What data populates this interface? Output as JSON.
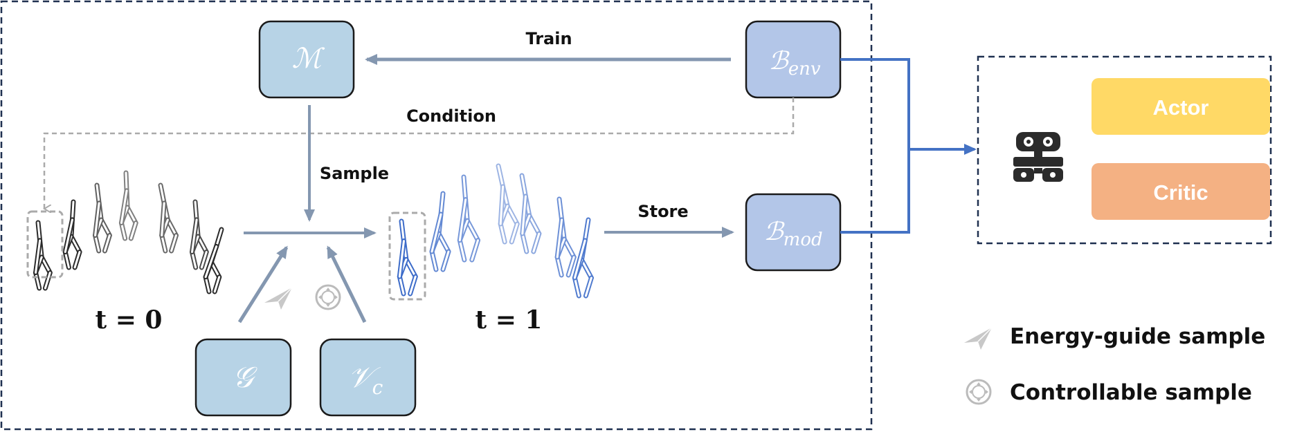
{
  "labels": {
    "train": "Train",
    "condition": "Condition",
    "sample": "Sample",
    "store": "Store",
    "t0": "t = 0",
    "t1": "t = 1"
  },
  "nodes": {
    "model": {
      "symbol": "ℳ"
    },
    "buffer_env": {
      "symbol": "ℬ",
      "subscript": "env"
    },
    "buffer_mod": {
      "symbol": "ℬ",
      "subscript": "mod"
    },
    "guide": {
      "symbol": "𝒢"
    },
    "value": {
      "symbol": "𝒱",
      "subscript": "c"
    }
  },
  "agent": {
    "actor_label": "Actor",
    "critic_label": "Critic"
  },
  "legend": {
    "energy_label": "Energy-guide sample",
    "control_label": "Controllable sample"
  },
  "colors": {
    "node_fill": "#b7d3e6",
    "buffer_fill": "#b3c6e8",
    "arrow": "#8497b0",
    "blue_link": "#4472c4",
    "actor": "#ffd966",
    "critic": "#f4b183",
    "skeleton_dark": "#2b2b2b",
    "skeleton_blue": "#3d6cc9"
  }
}
